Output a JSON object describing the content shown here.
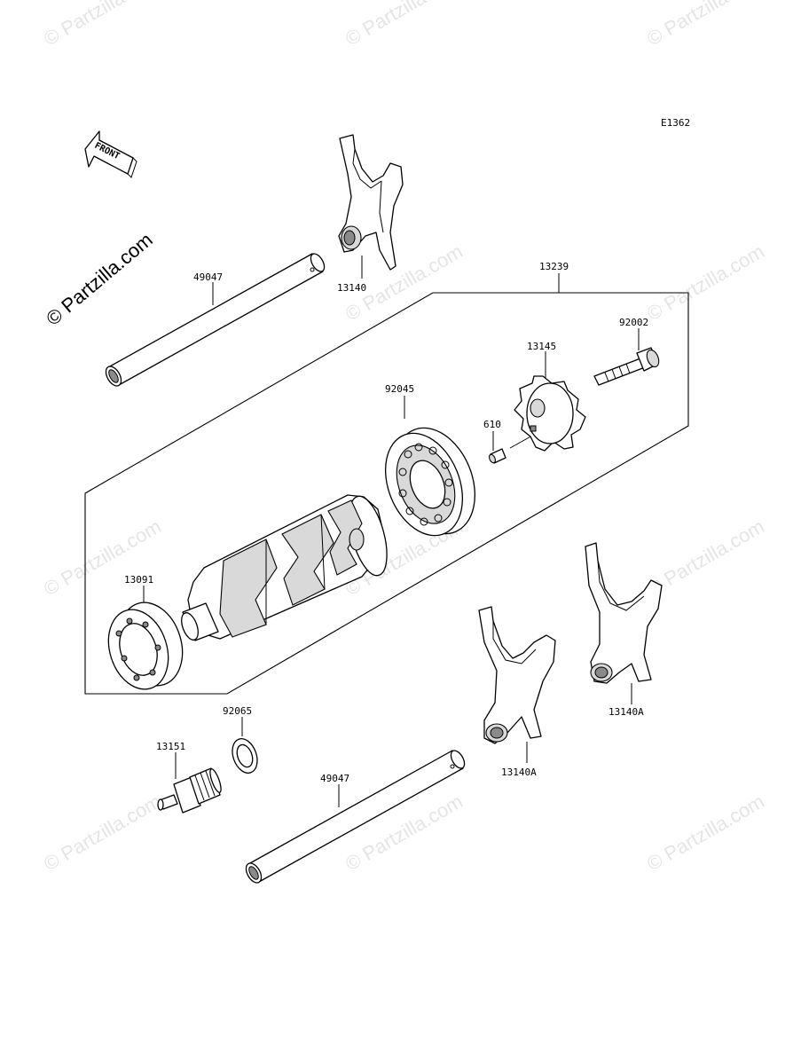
{
  "diagram_code": "E1362",
  "front_label": "FRONT",
  "watermark": "© Partzilla.com",
  "brand": "© Partzilla.com",
  "parts": [
    {
      "key": "shaft_upper",
      "number": "49047"
    },
    {
      "key": "fork_upper",
      "number": "13140"
    },
    {
      "key": "drum_assy",
      "number": "13239"
    },
    {
      "key": "bolt",
      "number": "92002"
    },
    {
      "key": "star_plate",
      "number": "13145"
    },
    {
      "key": "bearing",
      "number": "92045"
    },
    {
      "key": "pin",
      "number": "610"
    },
    {
      "key": "drum_bearing",
      "number": "13091"
    },
    {
      "key": "washer",
      "number": "92065"
    },
    {
      "key": "switch",
      "number": "13151"
    },
    {
      "key": "shaft_lower",
      "number": "49047"
    },
    {
      "key": "fork_lower_left",
      "number": "13140A"
    },
    {
      "key": "fork_lower_right",
      "number": "13140A"
    }
  ]
}
